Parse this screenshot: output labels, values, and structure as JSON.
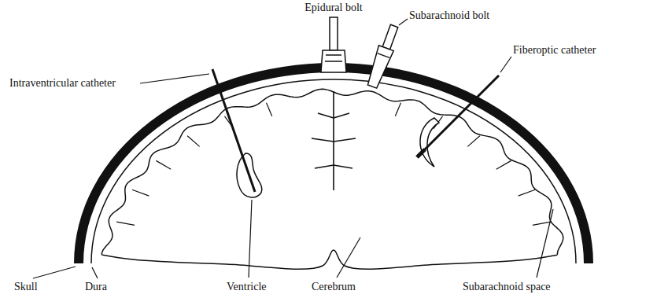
{
  "diagram": {
    "labels": [
      "Epidural bolt",
      "Subarachnoid bolt",
      "Intraventricular catheter",
      "Fiberoptic catheter",
      "Skull",
      "Dura",
      "Ventricle",
      "Cerebrum",
      "Subarachnoid space"
    ]
  }
}
